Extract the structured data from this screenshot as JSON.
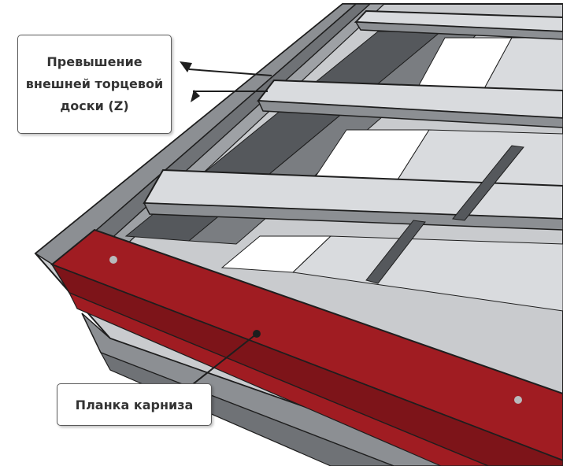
{
  "callouts": {
    "overhang": {
      "lines": [
        "Превышение",
        "внешней торцевой",
        "доски (Z)"
      ]
    },
    "eaves_strip": {
      "label": "Планка карниза"
    }
  },
  "colors": {
    "eaves_red": "#a01c22",
    "eaves_dark": "#6d1116",
    "batten_light": "#d9dbde",
    "membrane_dark": "#55585c",
    "outline": "#1e1e1e"
  }
}
